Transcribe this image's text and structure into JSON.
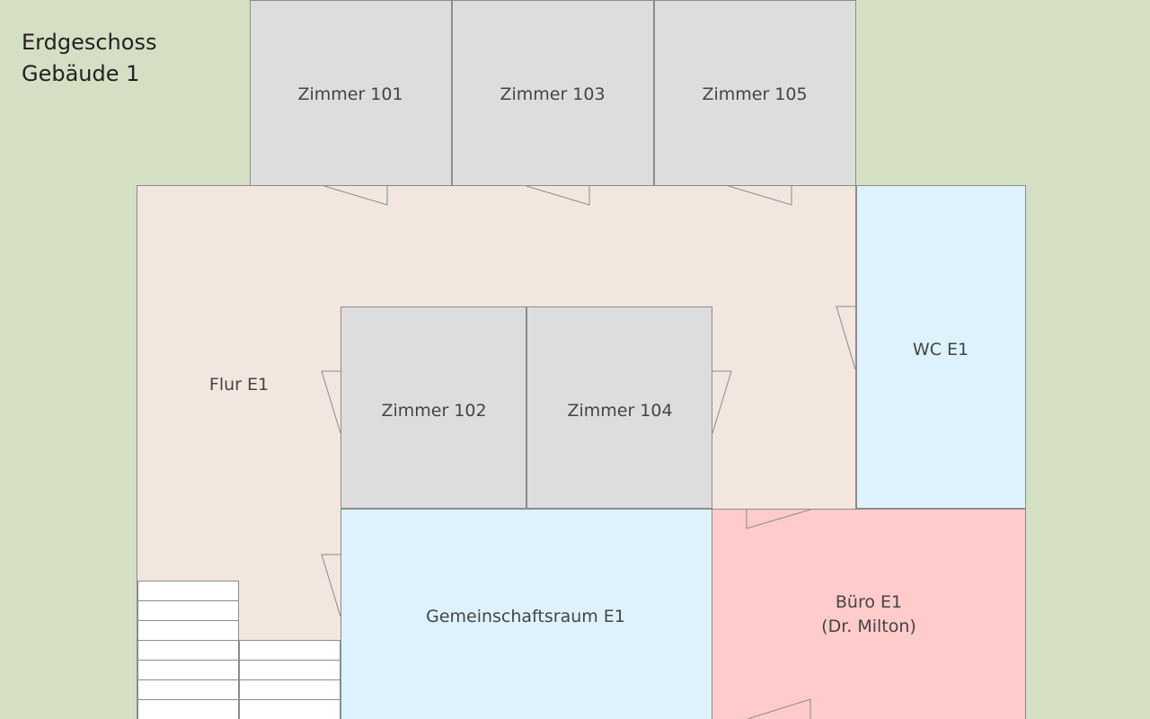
{
  "title": {
    "line1": "Erdgeschoss",
    "line2": "Gebäude 1"
  },
  "colors": {
    "background": "#d5dfc3",
    "corridor": "#f2e6df",
    "room_grey": "#dddddd",
    "room_blue": "#ddf2fc",
    "office_pink": "#ffcbcb",
    "stairs": "#ffffff"
  },
  "rooms": {
    "corridor": "Flur E1",
    "zimmer_101": "Zimmer 101",
    "zimmer_103": "Zimmer 103",
    "zimmer_105": "Zimmer 105",
    "zimmer_102": "Zimmer 102",
    "zimmer_104": "Zimmer 104",
    "wc": "WC E1",
    "common_room": "Gemeinschaftsraum E1",
    "office_line1": "Büro E1",
    "office_line2": "(Dr. Milton)"
  }
}
